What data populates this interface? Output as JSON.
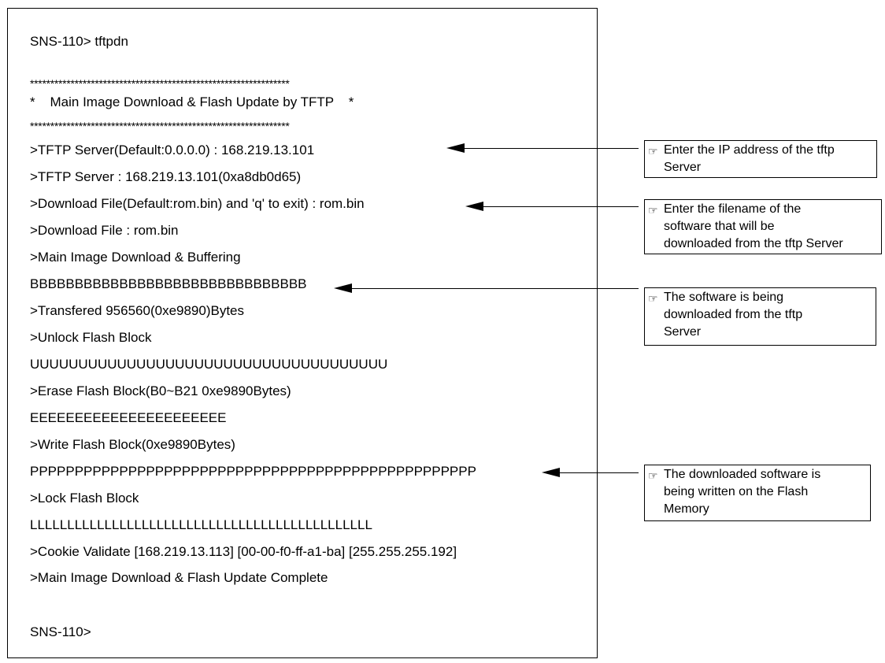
{
  "console": {
    "lines": [
      "SNS-110> tftpdn",
      "****************************************************************",
      "*    Main Image Download & Flash Update by TFTP    *",
      "****************************************************************",
      ">TFTP Server(Default:0.0.0.0) : 168.219.13.101",
      ">TFTP Server : 168.219.13.101(0xa8db0d65)",
      ">Download File(Default:rom.bin) and 'q' to exit) : rom.bin",
      ">Download File : rom.bin",
      ">Main Image Download & Buffering",
      "BBBBBBBBBBBBBBBBBBBBBBBBBBBBBBB",
      ">Transfered 956560(0xe9890)Bytes",
      ">Unlock Flash Block",
      "UUUUUUUUUUUUUUUUUUUUUUUUUUUUUUUUUUUUU",
      ">Erase Flash Block(B0~B21 0xe9890Bytes)",
      "EEEEEEEEEEEEEEEEEEEEEE",
      ">Write Flash Block(0xe9890Bytes)",
      "PPPPPPPPPPPPPPPPPPPPPPPPPPPPPPPPPPPPPPPPPPPPPPPPPP",
      ">Lock Flash Block",
      "LLLLLLLLLLLLLLLLLLLLLLLLLLLLLLLLLLLLLLLLLLLLLL",
      ">Cookie Validate [168.219.13.113] [00-00-f0-ff-a1-ba] [255.255.255.192]",
      ">Main Image Download & Flash Update Complete",
      "SNS-110>"
    ]
  },
  "notes": {
    "pointer_icon": "☞",
    "icon_name": "pointing-hand-icon",
    "note1": [
      "Enter the IP address of the tftp",
      "Server"
    ],
    "note2": [
      "Enter the filename of the",
      "software that will be",
      "downloaded from the tftp Server"
    ],
    "note3": [
      "The software is being",
      "downloaded from the tftp",
      "Server"
    ],
    "note4": [
      "The downloaded software is",
      "being written on the Flash",
      "Memory"
    ]
  }
}
